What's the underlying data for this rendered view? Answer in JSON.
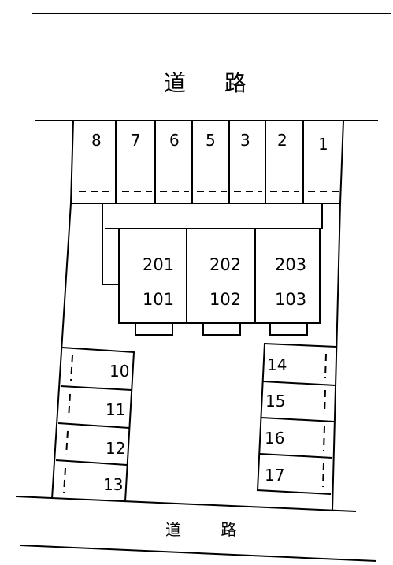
{
  "roads": {
    "top_label": "道 路",
    "bottom_label": "道 路"
  },
  "top_parking": [
    "8",
    "7",
    "6",
    "5",
    "3",
    "2",
    "1"
  ],
  "left_parking": [
    "10",
    "11",
    "12",
    "13"
  ],
  "right_parking": [
    "14",
    "15",
    "16",
    "17"
  ],
  "building": {
    "units": [
      {
        "upper": "201",
        "lower": "101"
      },
      {
        "upper": "202",
        "lower": "102"
      },
      {
        "upper": "203",
        "lower": "103"
      }
    ]
  }
}
